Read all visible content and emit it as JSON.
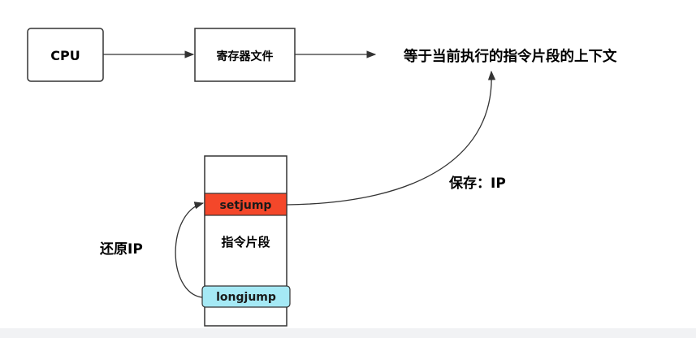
{
  "diagram": {
    "cpu_label": "CPU",
    "register_label": "寄存器文件",
    "context_label": "等于当前执行的指令片段的上下文",
    "save_label": "保存：IP",
    "restore_label": "还原IP",
    "segment_label": "指令片段",
    "setjump_label": "setjump",
    "longjump_label": "longjump",
    "colors": {
      "setjump_fill": "#f4472a",
      "longjump_fill": "#a5e9f5",
      "stroke": "#333333",
      "background": "#ffffff"
    }
  }
}
